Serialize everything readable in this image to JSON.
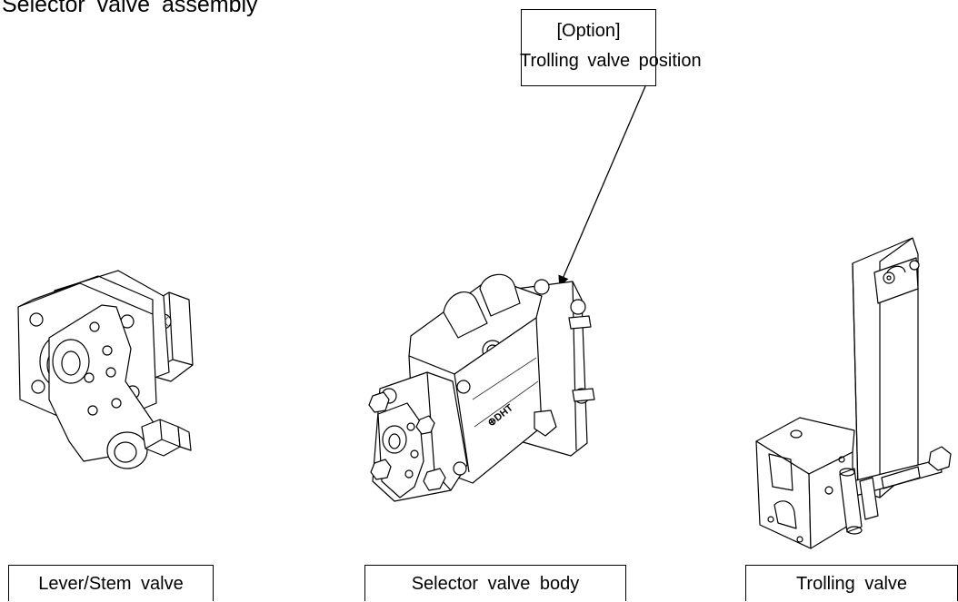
{
  "title": "Selector valve assembly",
  "callout": {
    "line1": "[Option]",
    "line2": "Trolling valve position"
  },
  "labels": {
    "lever_stem": "Lever/Stem valve",
    "selector_body": "Selector valve body",
    "trolling": "Trolling valve"
  },
  "body_marking": "⊕DHT"
}
